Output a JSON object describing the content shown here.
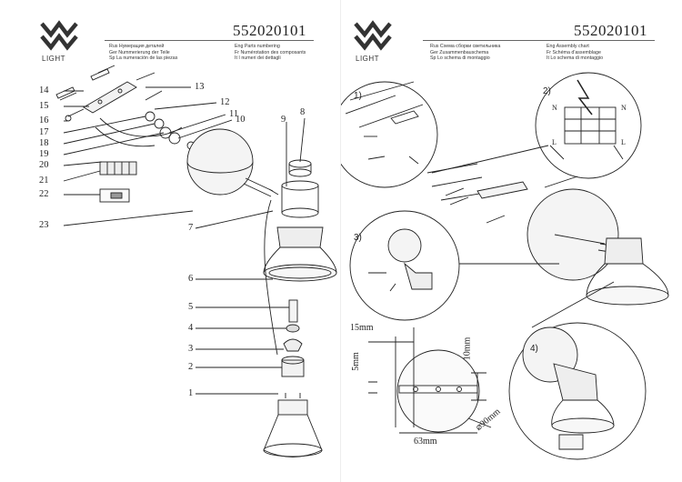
{
  "brand": {
    "name": "LIGHT"
  },
  "product_code": "552020101",
  "left": {
    "legend_col1": [
      "Rus  Нумерация деталей",
      "Ger  Nummerierung der Teile",
      "Sp   La numeración de las piezas"
    ],
    "legend_col2": [
      "Eng  Parts numbering",
      "Fr   Numérotation des composants",
      "It   I numeri dei dettagli"
    ],
    "parts": [
      "1",
      "2",
      "3",
      "4",
      "5",
      "6",
      "7",
      "8",
      "9",
      "10",
      "11",
      "12",
      "13",
      "14",
      "15",
      "16",
      "17",
      "18",
      "19",
      "20",
      "21",
      "22",
      "23"
    ]
  },
  "right": {
    "legend_col1": [
      "Rus  Схема сборки светильника",
      "Ger  Zusammenbauschema",
      "Sp   Lo schema di montaggio"
    ],
    "legend_col2": [
      "Eng  Assembly chart",
      "Fr   Schéma d'assemblage",
      "It   Lo schema di montaggio"
    ],
    "steps": [
      "1)",
      "2)",
      "3)",
      "4)"
    ],
    "terminal_labels": [
      "N",
      "L",
      "N",
      "L"
    ],
    "dimensions": {
      "d15": "15mm",
      "d5": "5mm",
      "d10": "10mm",
      "d63": "63mm",
      "d90": "⌀90mm"
    }
  }
}
